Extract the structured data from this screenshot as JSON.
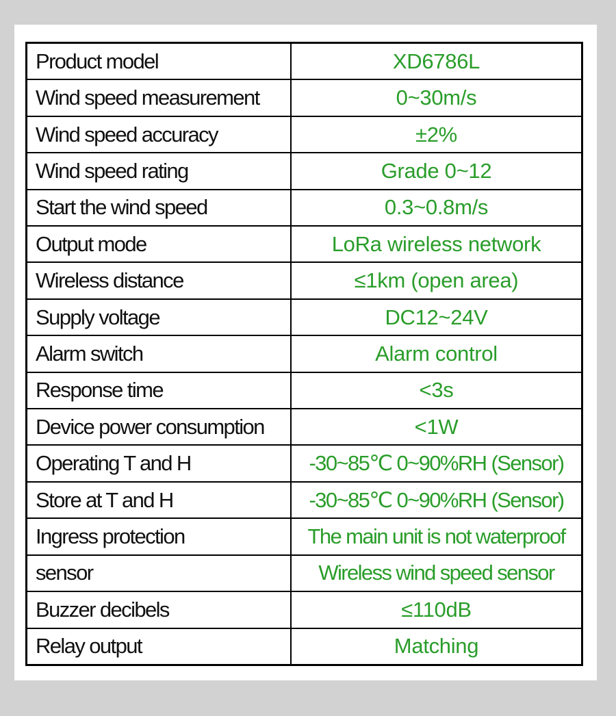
{
  "colors": {
    "page_background": "#d2d2d2",
    "sheet_background": "#ffffff",
    "border": "#000000",
    "label_text": "#111111",
    "value_text": "#2a9d2a"
  },
  "spec_table": {
    "rows": [
      {
        "label": "Product model",
        "value": "XD6786L"
      },
      {
        "label": "Wind speed measurement",
        "value": "0~30m/s"
      },
      {
        "label": "Wind speed accuracy",
        "value": "±2%"
      },
      {
        "label": "Wind speed rating",
        "value": "Grade 0~12"
      },
      {
        "label": "Start the wind speed",
        "value": "0.3~0.8m/s"
      },
      {
        "label": "Output mode",
        "value": "LoRa wireless network"
      },
      {
        "label": "Wireless distance",
        "value": "≤1km (open area)"
      },
      {
        "label": "Supply voltage",
        "value": "DC12~24V"
      },
      {
        "label": "Alarm switch",
        "value": "Alarm control"
      },
      {
        "label": "Response time",
        "value": "<3s"
      },
      {
        "label": "Device power consumption",
        "value": "<1W"
      },
      {
        "label": "Operating T and H",
        "value": "-30~85℃ 0~90%RH (Sensor)"
      },
      {
        "label": "Store at T and H",
        "value": "-30~85℃ 0~90%RH (Sensor)"
      },
      {
        "label": "Ingress protection",
        "value": "The main unit is not waterproof"
      },
      {
        "label": "sensor",
        "value": "Wireless wind speed sensor"
      },
      {
        "label": "Buzzer decibels",
        "value": "≤110dB"
      },
      {
        "label": "Relay output",
        "value": "Matching"
      }
    ]
  }
}
